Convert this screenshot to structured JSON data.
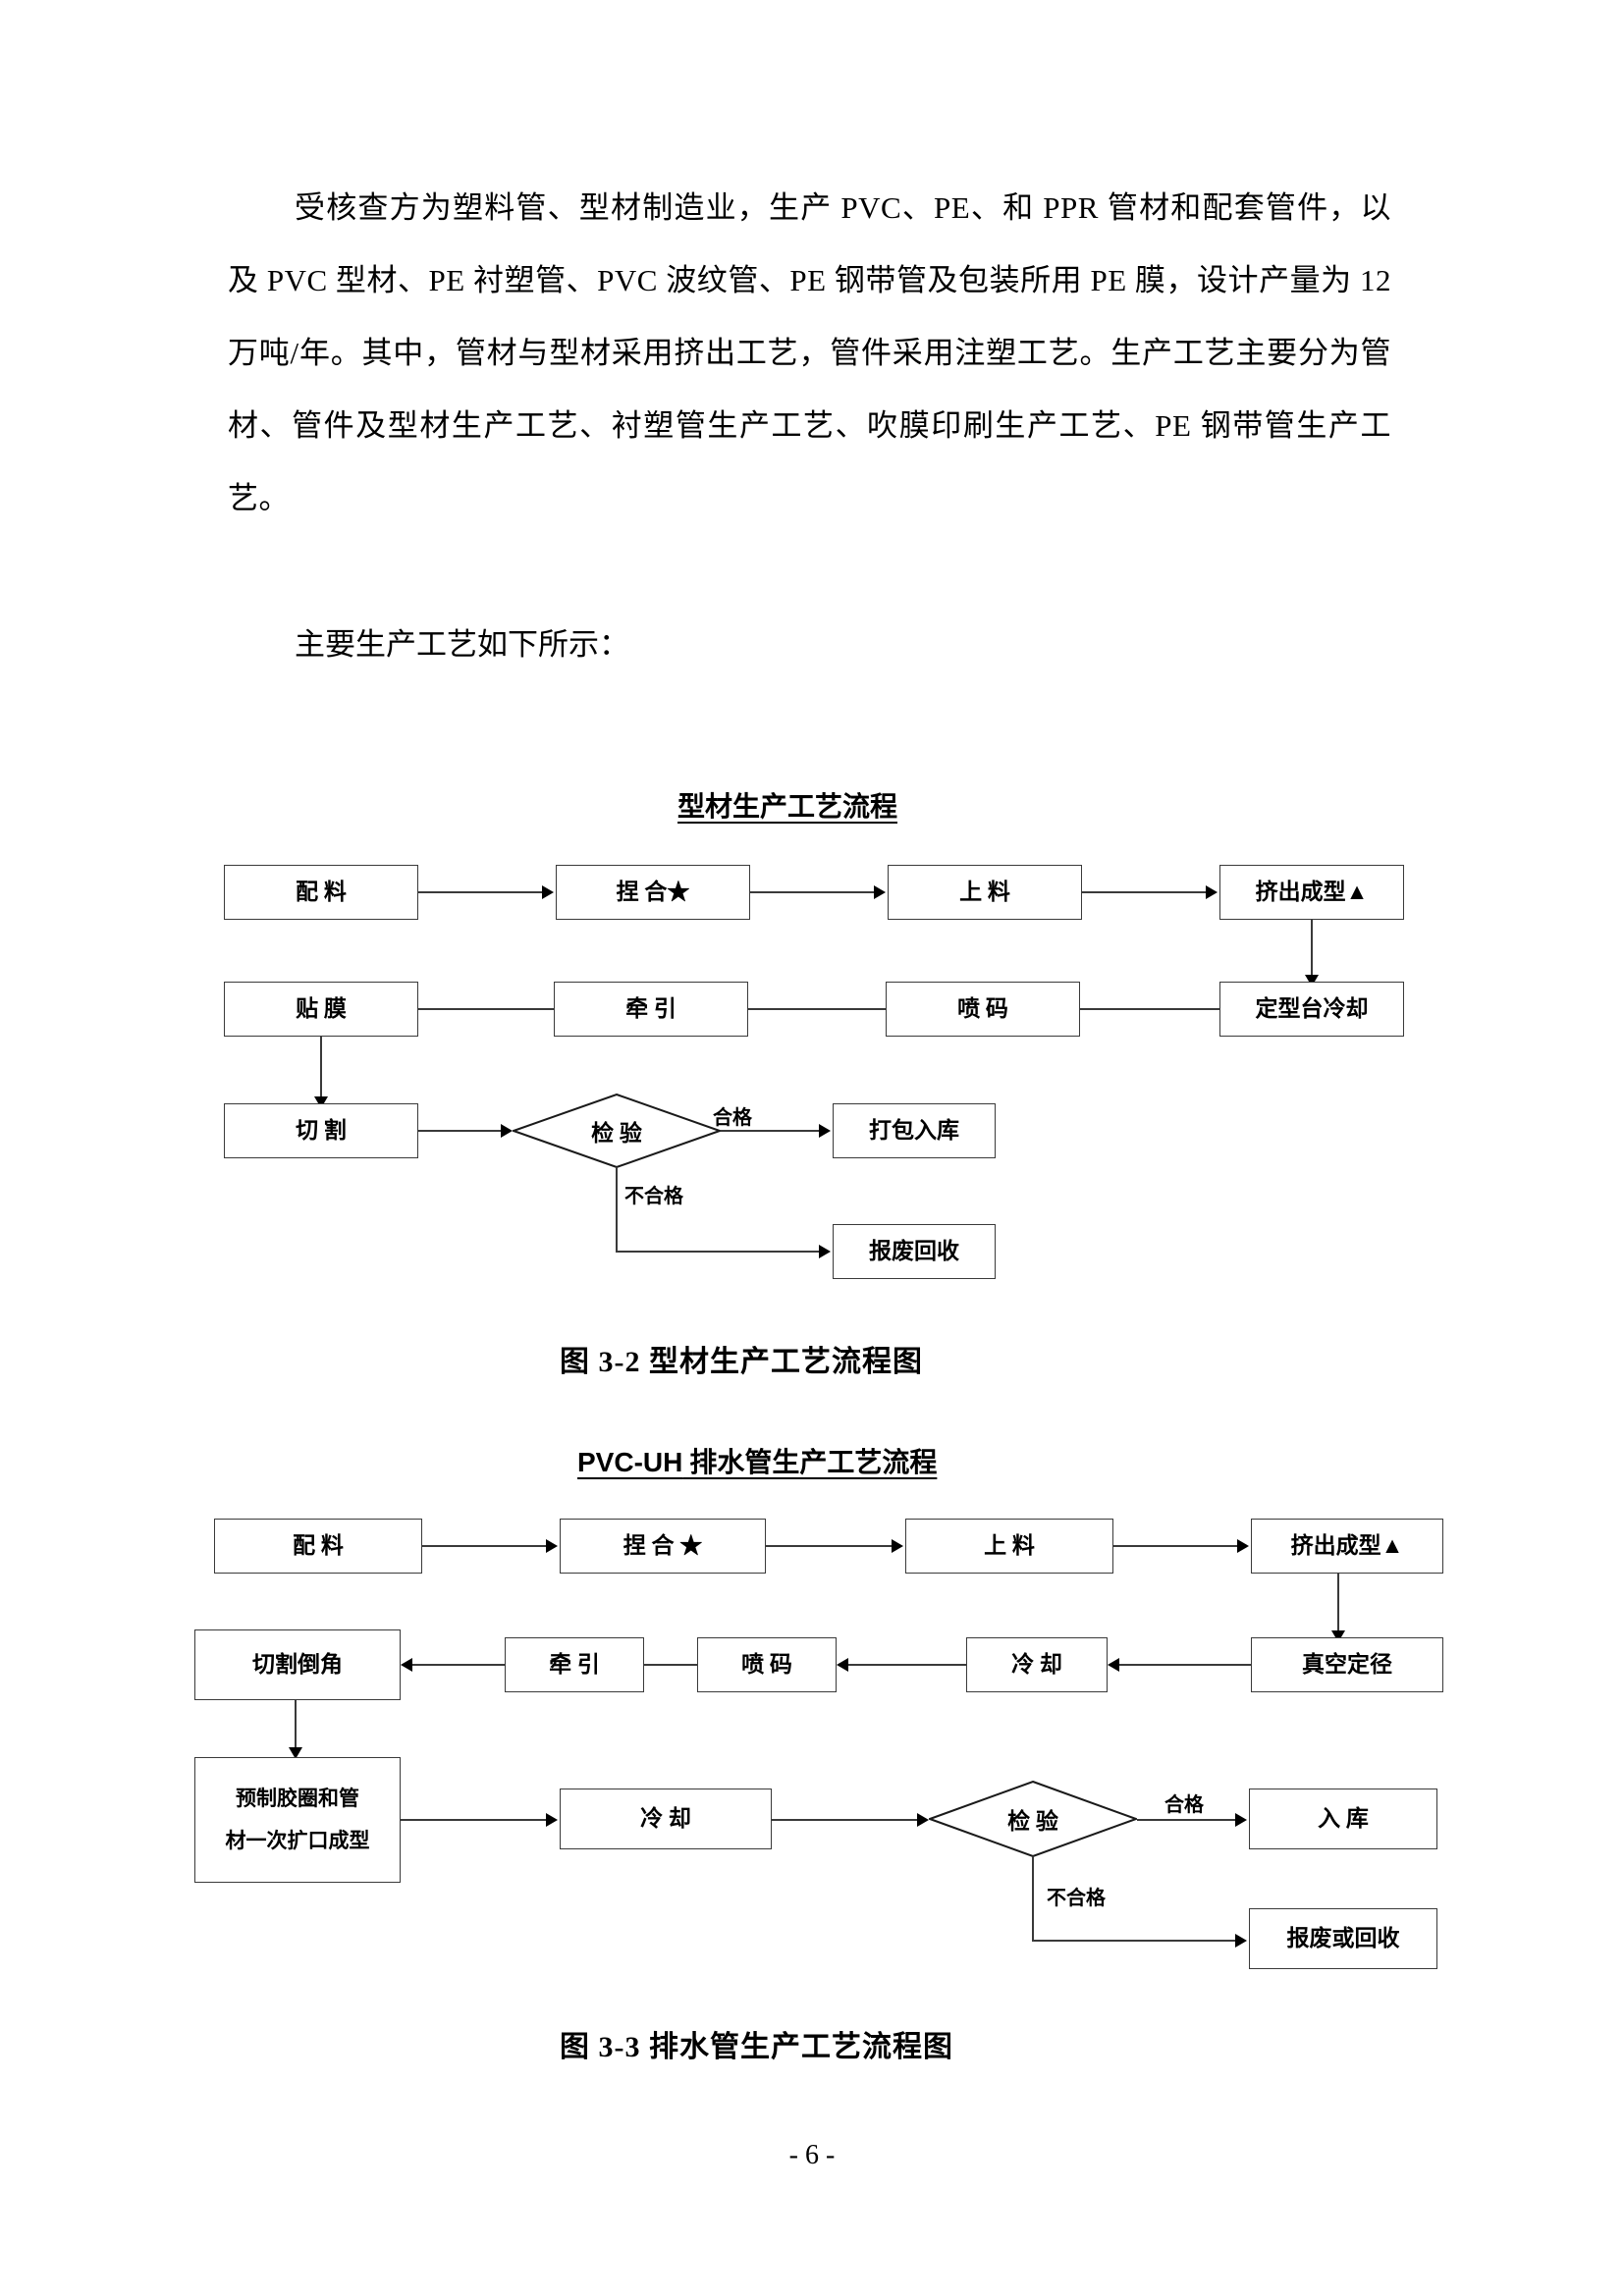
{
  "document": {
    "page_number": "- 6 -",
    "paragraphs": [
      "受核查方为塑料管、型材制造业，生产 PVC、PE、和 PPR 管材和配套管件，以及 PVC 型材、PE 衬塑管、PVC 波纹管、PE 钢带管及包装所用 PE 膜，设计产量为 12 万吨/年。其中，管材与型材采用挤出工艺，管件采用注塑工艺。生产工艺主要分为管材、管件及型材生产工艺、衬塑管生产工艺、吹膜印刷生产工艺、PE 钢带管生产工艺。",
      "主要生产工艺如下所示："
    ]
  },
  "figure1": {
    "title": "型材生产工艺流程",
    "caption": "图 3-2  型材生产工艺流程图",
    "nodes": {
      "n1": "配  料",
      "n2": "捏 合★",
      "n3": "上  料",
      "n4": "挤出成型▲",
      "n5": "定型台冷却",
      "n6": "喷  码",
      "n7": "牵  引",
      "n8": "贴  膜",
      "n9": "切  割",
      "n10": "检  验",
      "n11": "打包入库",
      "n12": "报废回收"
    },
    "edge_labels": {
      "pass": "合格",
      "fail": "不合格"
    }
  },
  "figure2": {
    "title_prefix": "PVC-UH",
    "title_rest": " 排水管生产工艺流程",
    "caption": "图 3-3  排水管生产工艺流程图",
    "nodes": {
      "n1": "配  料",
      "n2": "捏 合 ★",
      "n3": "上  料",
      "n4": "挤出成型▲",
      "n5": "真空定径",
      "n6": "冷  却",
      "n7": "喷  码",
      "n8": "牵  引",
      "n9": "切割倒角",
      "n10_line1": "预制胶圈和管",
      "n10_line2": "材一次扩口成型",
      "n11": "冷  却",
      "n12": "检  验",
      "n13": "入  库",
      "n14": "报废或回收"
    },
    "edge_labels": {
      "pass": "合格",
      "fail": "不合格"
    }
  }
}
